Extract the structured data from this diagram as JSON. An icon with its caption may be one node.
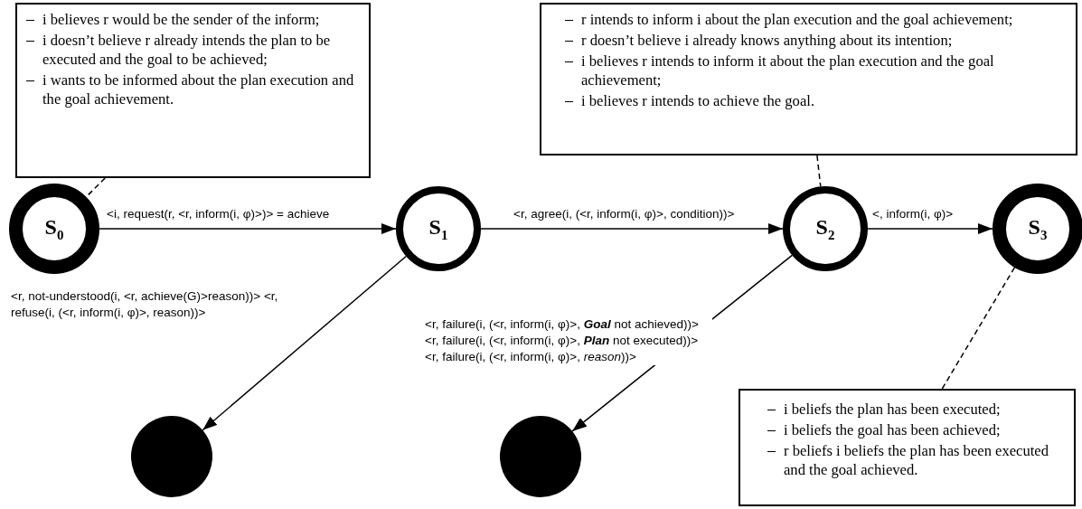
{
  "diagram": {
    "nodes": [
      {
        "text": [
          "i believes r would be the sender of the inform;",
          "i doesn’t believe r already intends the plan to be executed and the goal to be achieved;",
          "i wants to be informed about the plan execution and the goal achievement."
        ]
      },
      {
        "text": [
          "r intends to inform i about the plan execution and the goal achievement;",
          "r doesn’t believe i already knows anything about its intention;",
          "i believes r intends to inform it about the plan execution and the goal achievement;",
          "i believes r intends to achieve the goal."
        ]
      },
      {
        "text": [
          "S$_{0}$"
        ]
      },
      {
        "text": [
          "S$_{1}$"
        ]
      },
      {
        "text": [
          "S$_{2}$"
        ]
      },
      {
        "text": [
          "S$_{3}$"
        ]
      },
      {
        "text": [],
        "shape": "circle"
      },
      {
        "text": [],
        "shape": "circle"
      },
      {
        "text": [
          "i beliefs the plan has been executed;",
          "i beliefs the goal has been achieved;",
          "r beliefs i beliefs the plan has been executed and the goal achieved."
        ]
      }
    ],
    "edges": [
      {
        "from": 2,
        "to": 3,
        "arrow": "to",
        "label": "<i, request(r, <r, inform(i, φ)>)> = achieve"
      },
      {
        "from": 3,
        "to": 4,
        "arrow": "to",
        "label": "<r, agree(i, (<r, inform(i, φ)>, condition))>"
      },
      {
        "from": 4,
        "to": 5,
        "arrow": "to",
        "label": "<, inform(i, φ)>"
      },
      {
        "from": 3,
        "to": 6,
        "arrow": "to",
        "label": "<r, not-understood(i, <r, achieve(G)>reason))> <r, refuse(i, (<r, inform(i, φ)>, reason))>"
      },
      {
        "from": 4,
        "to": 7,
        "arrow": "to",
        "label": "<r, failure(i, (<r, inform(i, φ)>, **Goal** not achieved))> <r, failure(i, (<r, inform(i, φ)>, **Plan** not executed))> <r, failure(i, (<r, inform(i, φ)>, *reason*))>"
      },
      {
        "from": 0,
        "to": 2,
        "arrow": "none",
        "style": "dashed"
      },
      {
        "from": 1,
        "to": 4,
        "arrow": "none",
        "style": "dashed"
      },
      {
        "from": 5,
        "to": 8,
        "arrow": "none",
        "style": "dashed"
      }
    ]
  }
}
